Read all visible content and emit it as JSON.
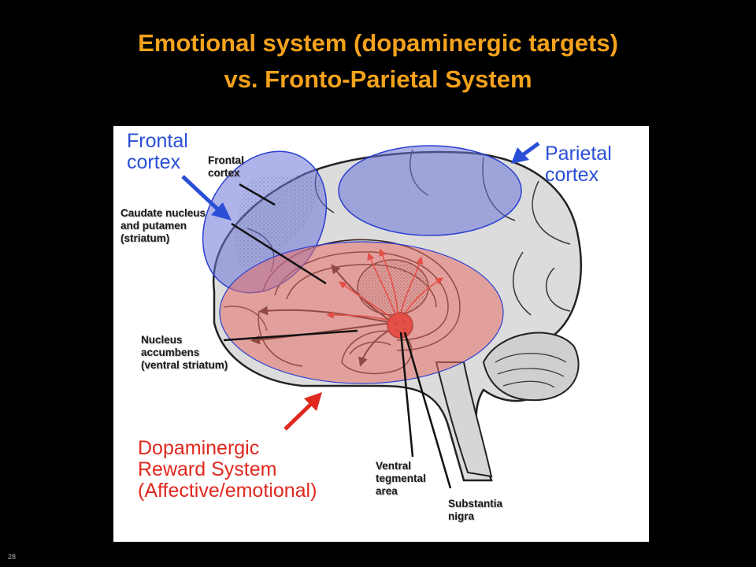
{
  "title": {
    "line1": "Emotional system (dopaminergic targets)",
    "line2": "vs. Fronto-Parietal System"
  },
  "labels": {
    "frontal_cortex_blue": "Frontal\ncortex",
    "parietal_cortex_blue": "Parietal\ncortex",
    "dopaminergic_system": "Dopaminergic\nReward System\n(Affective/emotional)",
    "frontal_cortex_small": "Frontal\ncortex",
    "caudate": "Caudate nucleus\nand putamen\n(striatum)",
    "nucleus_accumbens": "Nucleus\naccumbens\n(ventral striatum)",
    "ventral_tegmental": "Ventral\ntegmental\narea",
    "substantia_nigra": "Substantia\nnigra"
  },
  "page_number": "28",
  "colors": {
    "title": "#f4a21c",
    "blue_label": "#2a4fd6",
    "red_label": "#e0281e",
    "blue_region": "#6b74d9",
    "red_region": "#e8706a"
  }
}
